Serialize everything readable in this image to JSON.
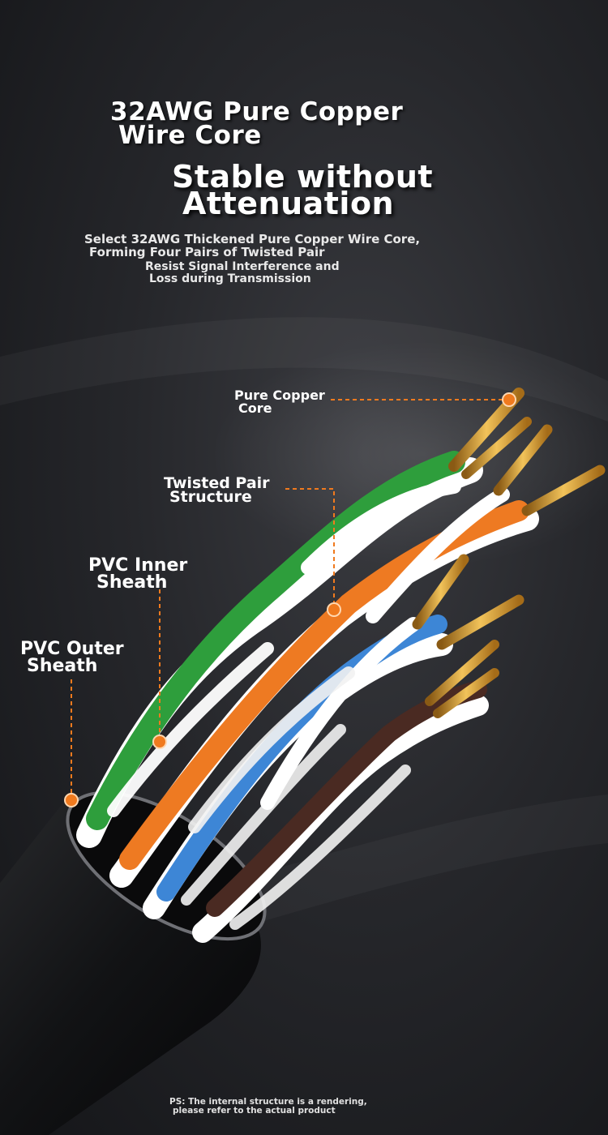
{
  "headline": {
    "title_line1": "32AWG Pure Copper",
    "title_line2": "Wire Core",
    "subtitle_line1": "Stable without",
    "subtitle_line2": "Attenuation"
  },
  "description": {
    "line1": "Select 32AWG Thickened Pure Copper Wire Core,",
    "line2": "Forming Four Pairs of Twisted Pair",
    "line3": "Resist Signal Interference and",
    "line4": "Loss during Transmission"
  },
  "callouts": {
    "copper_core": {
      "line1": "Pure Copper",
      "line2": "Core"
    },
    "twisted_pair": {
      "line1": "Twisted Pair",
      "line2": "Structure"
    },
    "inner_sheath": {
      "line1": "PVC Inner",
      "line2": "Sheath"
    },
    "outer_sheath": {
      "line1": "PVC Outer",
      "line2": "Sheath"
    }
  },
  "footnote": {
    "line1": "PS: The internal structure is a rendering,",
    "line2": "please refer to the actual product"
  },
  "colors": {
    "accent": "#f07a1e",
    "green_wire": "#2e9e3c",
    "orange_wire": "#ee7a22",
    "blue_wire": "#3d86d6",
    "brown_wire": "#4a2a22",
    "copper": "#d9a53a",
    "jacket": "#101113"
  }
}
